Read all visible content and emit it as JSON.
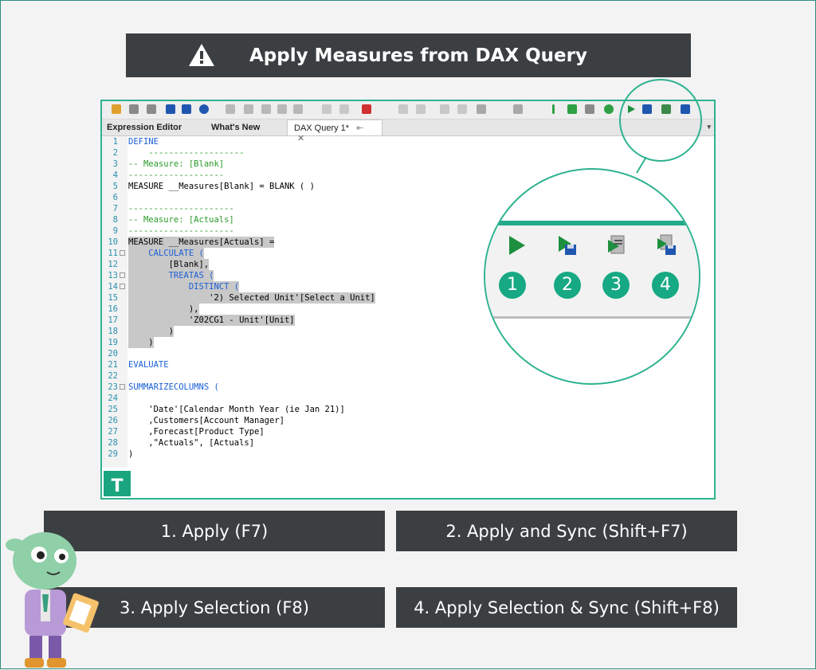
{
  "banner": {
    "title": "Apply Measures from DAX Query",
    "icon": "warning-icon"
  },
  "app": {
    "tabs": [
      {
        "label": "Expression Editor"
      },
      {
        "label": "What's New"
      },
      {
        "label": "DAX Query 1*",
        "pin": "⇤",
        "close": "✕"
      }
    ],
    "tabs_arrow": "▾",
    "logo_letter": "T",
    "code_lines": [
      {
        "n": "1",
        "text": "DEFINE"
      },
      {
        "n": "2",
        "text": "    -------------------"
      },
      {
        "n": "3",
        "text": "-- Measure: [Blank]"
      },
      {
        "n": "4",
        "text": "-------------------"
      },
      {
        "n": "5",
        "text": "MEASURE __Measures[Blank] = BLANK ( )"
      },
      {
        "n": "6",
        "text": ""
      },
      {
        "n": "7",
        "text": "---------------------"
      },
      {
        "n": "8",
        "text": "-- Measure: [Actuals]"
      },
      {
        "n": "9",
        "text": "---------------------"
      },
      {
        "n": "10",
        "text": "MEASURE __Measures[Actuals] ="
      },
      {
        "n": "11",
        "text": "    CALCULATE ("
      },
      {
        "n": "12",
        "text": "        [Blank],"
      },
      {
        "n": "13",
        "text": "        TREATAS ("
      },
      {
        "n": "14",
        "text": "            DISTINCT ("
      },
      {
        "n": "15",
        "text": "                '2) Selected Unit'[Select a Unit]"
      },
      {
        "n": "16",
        "text": "            ),"
      },
      {
        "n": "17",
        "text": "            'Z02CG1 - Unit'[Unit]"
      },
      {
        "n": "18",
        "text": "        )"
      },
      {
        "n": "19",
        "text": "    )"
      },
      {
        "n": "20",
        "text": ""
      },
      {
        "n": "21",
        "text": "EVALUATE"
      },
      {
        "n": "22",
        "text": ""
      },
      {
        "n": "23",
        "text": "SUMMARIZECOLUMNS ("
      },
      {
        "n": "24",
        "text": "    "
      },
      {
        "n": "25",
        "text": "    'Date'[Calendar Month Year (ie Jan 21)]"
      },
      {
        "n": "26",
        "text": "    ,Customers[Account Manager]"
      },
      {
        "n": "27",
        "text": "    ,Forecast[Product Type]"
      },
      {
        "n": "28",
        "text": "    ,\"Actuals\", [Actuals]"
      },
      {
        "n": "29",
        "text": ")"
      }
    ]
  },
  "zoom": {
    "buttons": [
      {
        "number": "1",
        "icon": "play-icon"
      },
      {
        "number": "2",
        "icon": "apply-sync-icon"
      },
      {
        "number": "3",
        "icon": "apply-selection-icon"
      },
      {
        "number": "4",
        "icon": "apply-selection-sync-icon"
      }
    ]
  },
  "labels": [
    {
      "text": "1. Apply (F7)"
    },
    {
      "text": "2. Apply and Sync (Shift+F7)"
    },
    {
      "text": "3. Apply Selection (F8)"
    },
    {
      "text": "4. Apply Selection & Sync (Shift+F8)"
    }
  ],
  "colors": {
    "accent": "#2eb28f",
    "dark": "#3c3f41",
    "number_bg": "#16a983"
  }
}
